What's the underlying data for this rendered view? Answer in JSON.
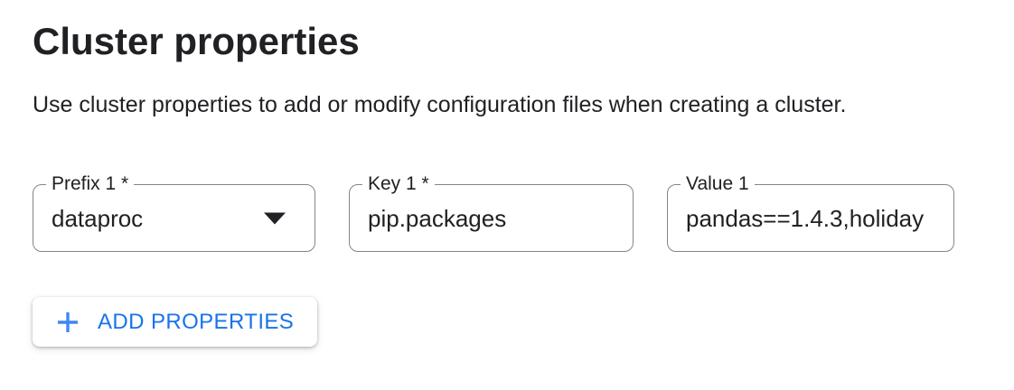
{
  "page": {
    "title": "Cluster properties",
    "subtitle": "Use cluster properties to add or modify configuration files when creating a cluster."
  },
  "fields": [
    {
      "label": "Prefix 1 *",
      "value": "dataproc",
      "type": "select",
      "required": true
    },
    {
      "label": "Key 1 *",
      "value": "pip.packages",
      "type": "text",
      "required": true
    },
    {
      "label": "Value 1",
      "value": "pandas==1.4.3,holiday",
      "type": "text",
      "required": false
    }
  ],
  "buttons": {
    "add_properties": {
      "label": "ADD PROPERTIES",
      "icon": "plus-icon"
    }
  },
  "icons": {
    "dropdown": "dropdown-arrow-icon",
    "add": "plus-icon"
  },
  "colors": {
    "accent_blue": "#1a73e8",
    "plus_blue": "#4285f4",
    "field_border_gray": "#80868b",
    "text_dark": "#202124",
    "background": "#ffffff"
  }
}
